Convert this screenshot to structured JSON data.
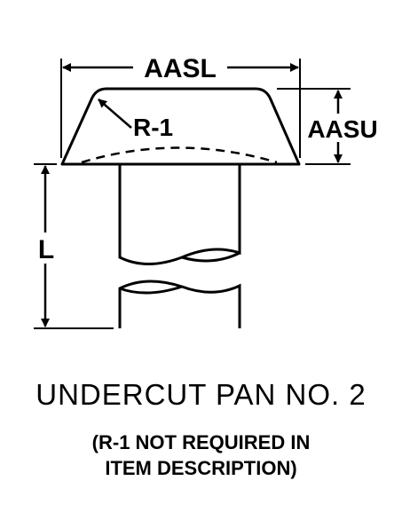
{
  "diagram": {
    "labels": {
      "aasl": "AASL",
      "r1": "R-1",
      "aasu": "AASU",
      "l": "L"
    },
    "colors": {
      "line": "#000000",
      "background": "#ffffff"
    }
  },
  "caption": {
    "title": "UNDERCUT PAN NO. 2",
    "note_line1": "(R-1 NOT REQUIRED IN",
    "note_line2": "ITEM DESCRIPTION)"
  }
}
